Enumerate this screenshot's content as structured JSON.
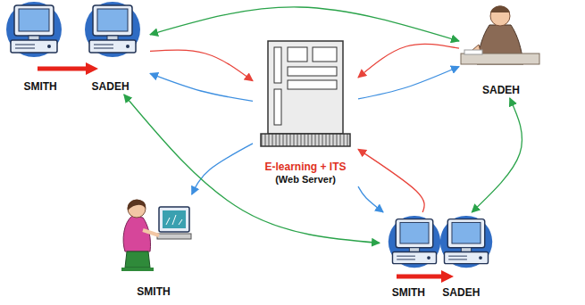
{
  "diagram": {
    "nodes": [
      {
        "text": [
          "SMITH",
          "SADEH"
        ]
      },
      {
        "text": [
          "E-learning + ITS",
          "(Web Server)"
        ]
      },
      {
        "text": [
          "SADEH"
        ]
      },
      {
        "text": [
          "SMITH"
        ]
      },
      {
        "text": [
          "SMITH",
          "SADEH"
        ]
      }
    ],
    "edges": [
      {
        "from": 0,
        "to": 1,
        "arrow": "to"
      },
      {
        "from": 1,
        "to": 0,
        "arrow": "to"
      },
      {
        "from": 0,
        "to": 2,
        "arrow": "both"
      },
      {
        "from": 2,
        "to": 1,
        "arrow": "to"
      },
      {
        "from": 1,
        "to": 2,
        "arrow": "to"
      },
      {
        "from": 1,
        "to": 3,
        "arrow": "to"
      },
      {
        "from": 4,
        "to": 0,
        "arrow": "both"
      },
      {
        "from": 1,
        "to": 4,
        "arrow": "to"
      },
      {
        "from": 4,
        "to": 1,
        "arrow": "to"
      },
      {
        "from": 2,
        "to": 4,
        "arrow": "both"
      }
    ]
  }
}
